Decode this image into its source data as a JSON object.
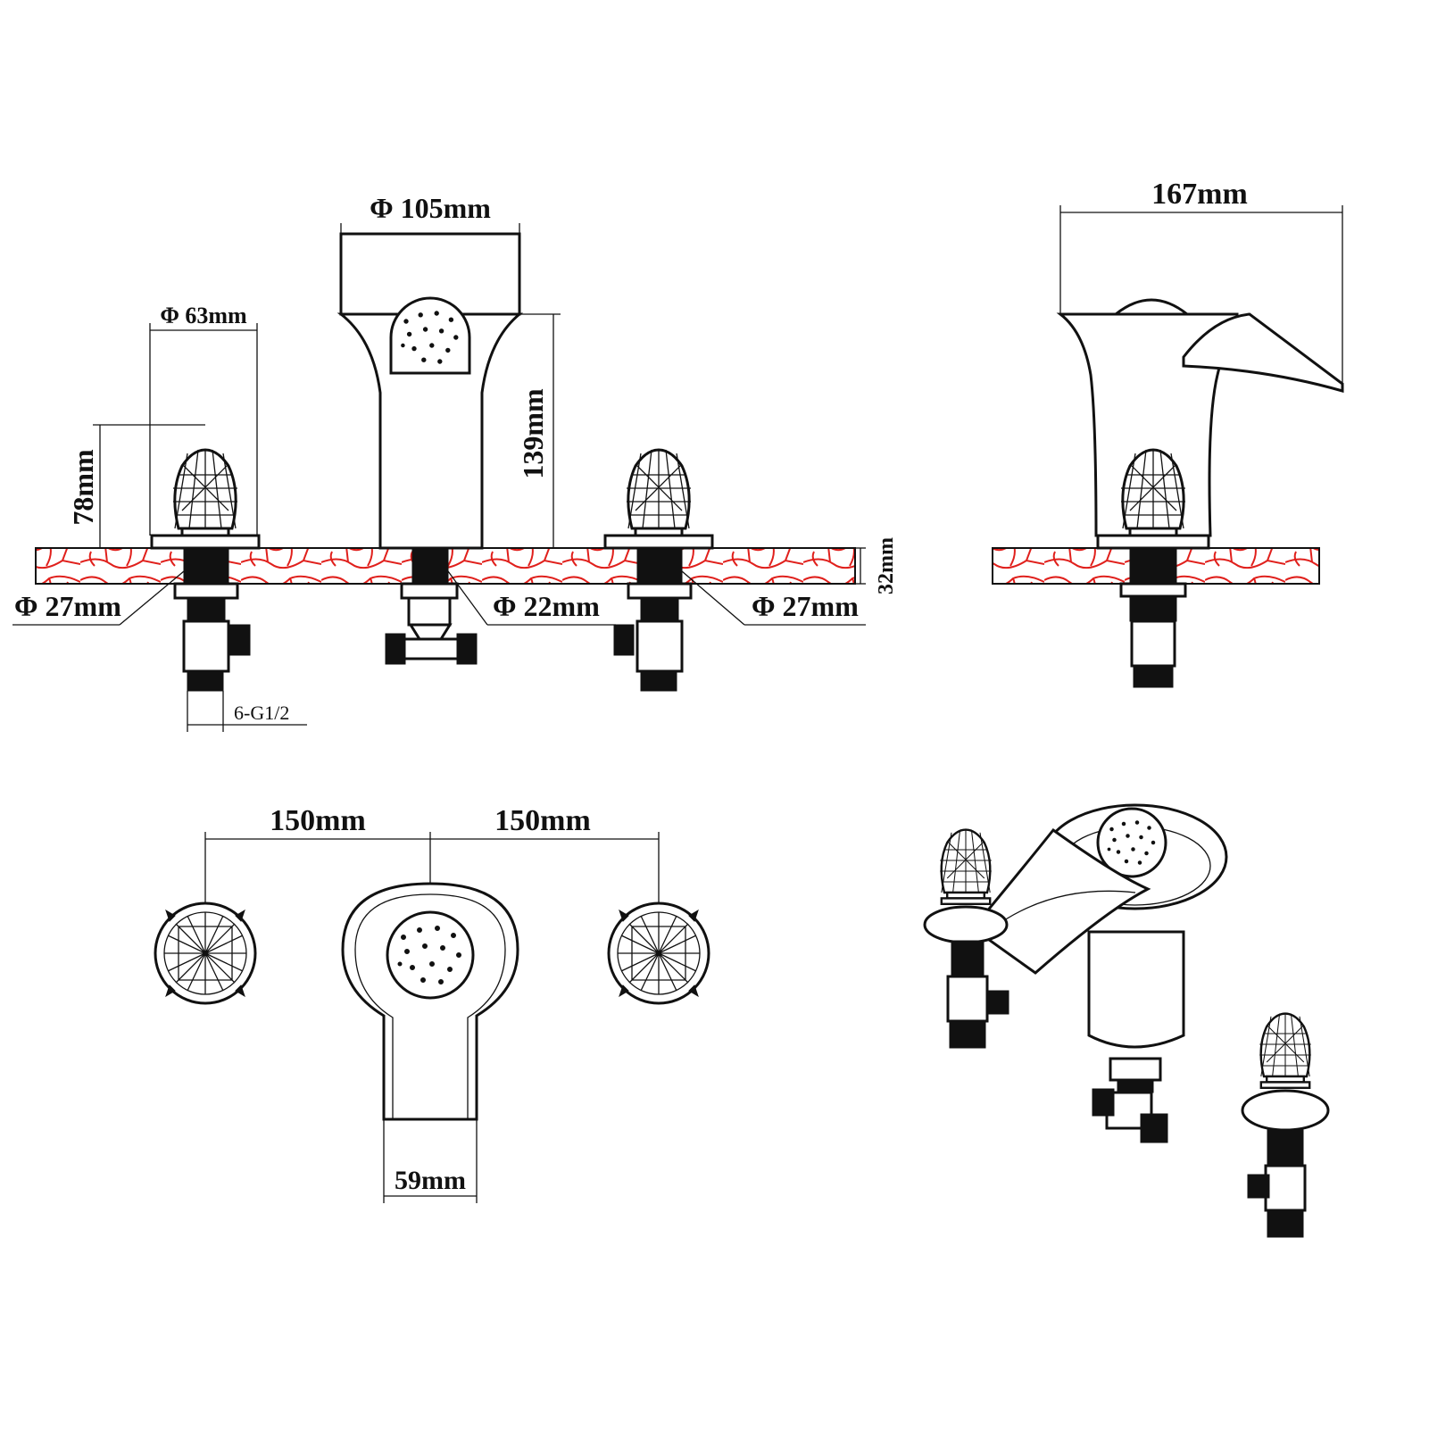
{
  "front_view": {
    "spout_diameter": "Φ 105mm",
    "handle_diameter": "Φ 63mm",
    "spout_height": "139mm",
    "handle_height": "78mm",
    "counter_thickness": "32mm",
    "left_hole_diameter": "Φ 27mm",
    "center_hole_diameter": "Φ 22mm",
    "right_hole_diameter": "Φ 27mm",
    "thread_spec": "6-G1/2"
  },
  "side_view": {
    "spout_reach": "167mm"
  },
  "top_view": {
    "left_spacing": "150mm",
    "right_spacing": "150mm",
    "spout_width": "59mm"
  },
  "colors": {
    "line": "#111111",
    "countertop_pattern": "#e0201c"
  }
}
